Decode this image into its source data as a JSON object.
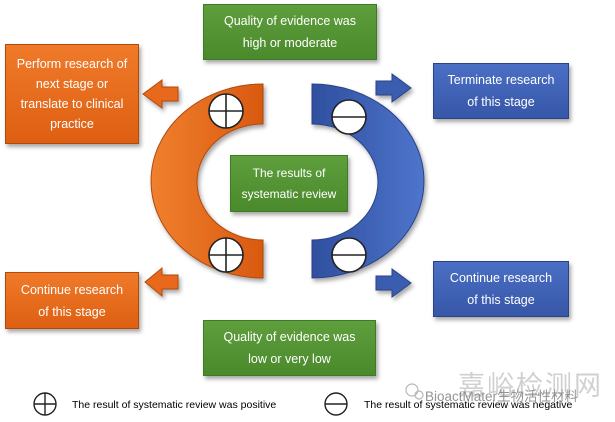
{
  "nodes": {
    "top_center": [
      "Quality of evidence was",
      "high or moderate"
    ],
    "bottom_center": [
      "Quality of evidence was",
      "low or very low"
    ],
    "center": [
      "The results of",
      "systematic review"
    ],
    "left_top": [
      "Perform research of",
      "next stage or",
      "translate to clinical",
      "practice"
    ],
    "left_bottom": [
      "Continue research",
      "of this stage"
    ],
    "right_top": [
      "Terminate research",
      "of this stage"
    ],
    "right_bottom": [
      "Continue research",
      "of this stage"
    ]
  },
  "legend": {
    "positive": "The result of systematic review was positive",
    "negative": "The result of systematic review was negative"
  },
  "watermark": {
    "chinese": "嘉峪检测网",
    "brand": "BioactMater生物活性材料"
  },
  "colors": {
    "green": "#4b8a2c",
    "orange": "#e8691c",
    "blue": "#3a5db0"
  }
}
